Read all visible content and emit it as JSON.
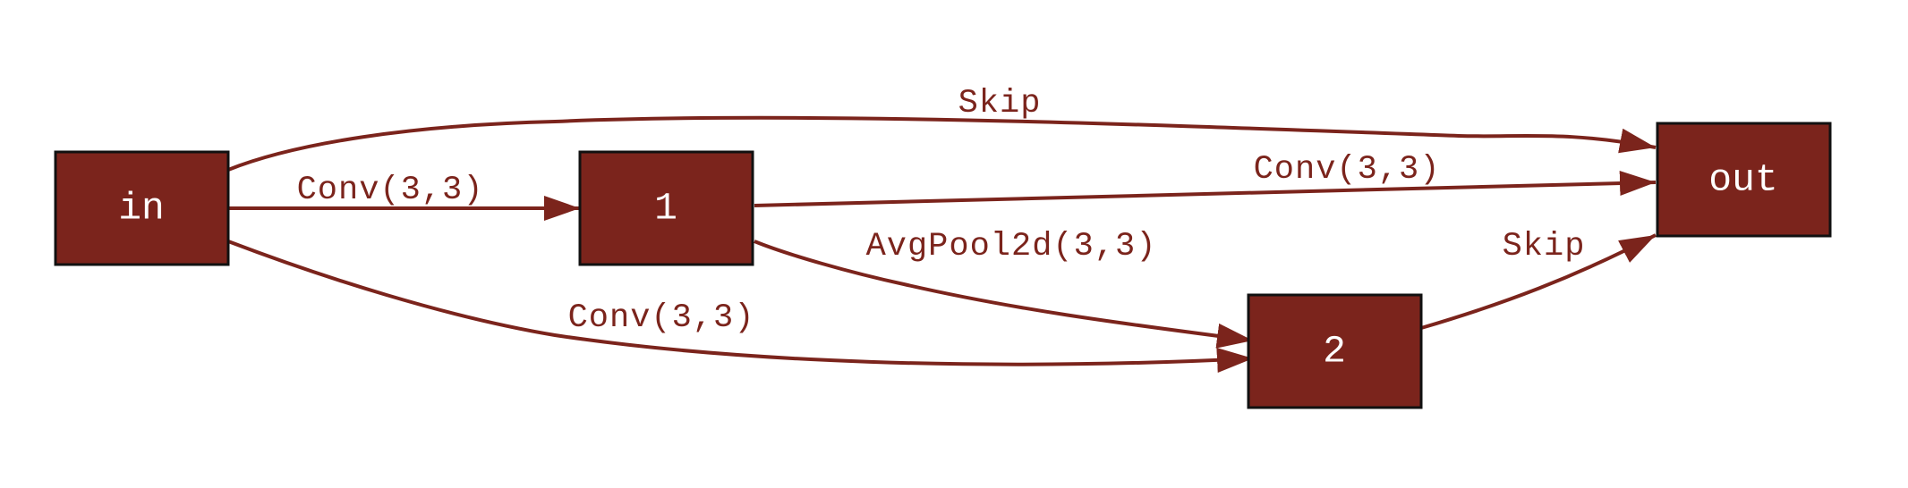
{
  "colors": {
    "node_fill": "#7b241c",
    "node_border": "#111111",
    "edge": "#7b241c",
    "node_text": "#ffffff",
    "background": "#ffffff"
  },
  "nodes": {
    "in": "in",
    "n1": "1",
    "n2": "2",
    "out": "out"
  },
  "edges": [
    {
      "from": "in",
      "to": "out",
      "label": "Skip"
    },
    {
      "from": "in",
      "to": "1",
      "label": "Conv(3,3)"
    },
    {
      "from": "1",
      "to": "out",
      "label": "Conv(3,3)"
    },
    {
      "from": "1",
      "to": "2",
      "label": "AvgPool2d(3,3)"
    },
    {
      "from": "2",
      "to": "out",
      "label": "Skip"
    },
    {
      "from": "in",
      "to": "2",
      "label": "Conv(3,3)"
    }
  ]
}
